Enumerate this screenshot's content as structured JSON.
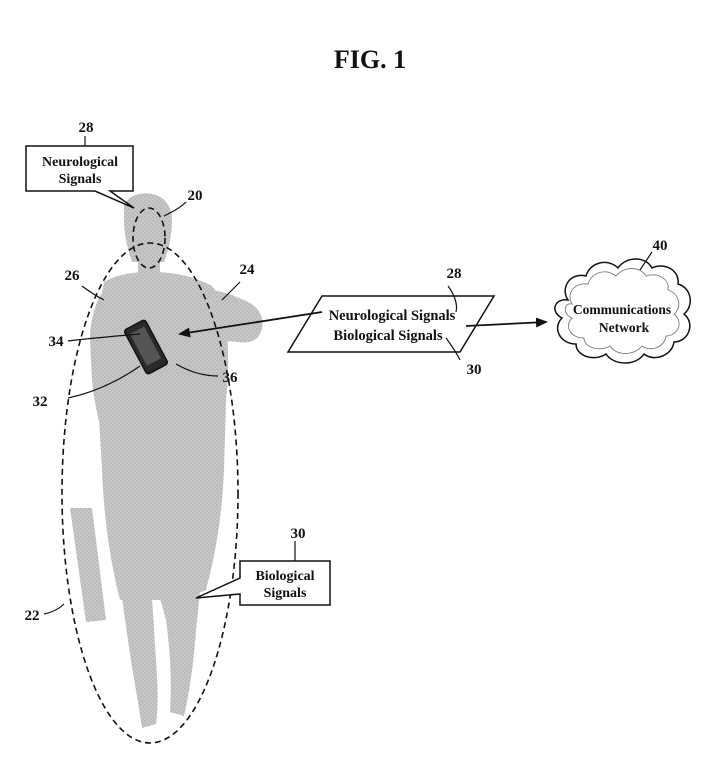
{
  "figure": {
    "title": "FIG. 1"
  },
  "refs": {
    "r20": "20",
    "r22": "22",
    "r24": "24",
    "r26": "26",
    "r28_top": "28",
    "r28_right": "28",
    "r30_right": "30",
    "r30_bottom": "30",
    "r32": "32",
    "r34": "34",
    "r36": "36",
    "r40": "40"
  },
  "callouts": {
    "neuro_box": {
      "line1": "Neurological",
      "line2": "Signals"
    },
    "bio_box": {
      "line1": "Biological",
      "line2": "Signals"
    }
  },
  "signal_packet": {
    "line1": "Neurological Signals",
    "line2": "Biological Signals"
  },
  "network": {
    "line1": "Communications",
    "line2": "Network"
  },
  "colors": {
    "figure_fill": "#c4c4c4",
    "figure_dots": "#a9a9a9",
    "ink": "#111111"
  }
}
